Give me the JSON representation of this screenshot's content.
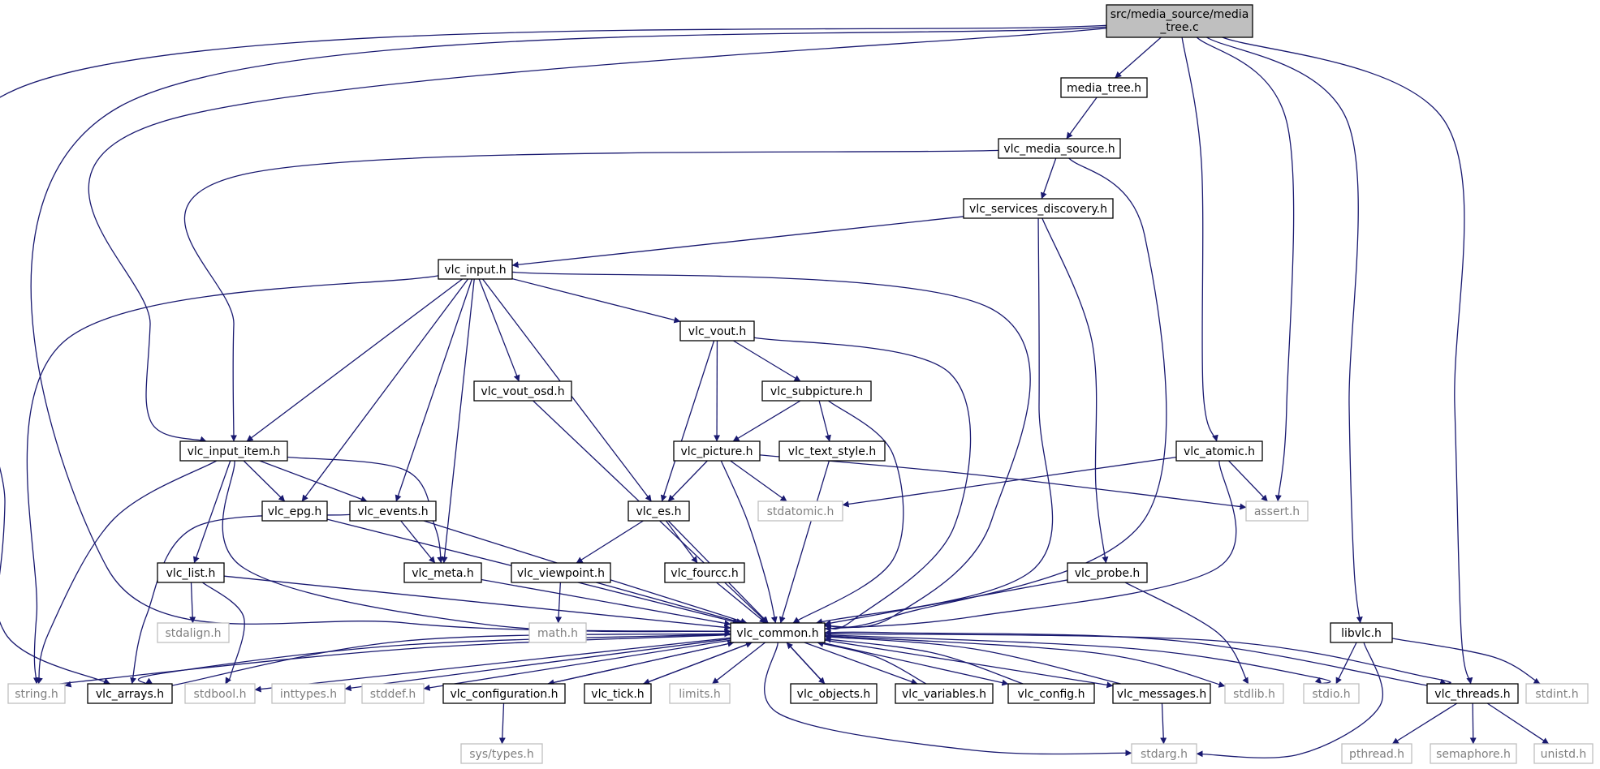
{
  "graph": {
    "root": "src/media_source/media_tree.c",
    "root_lines": [
      "src/media_source/media",
      "_tree.c"
    ],
    "colors": {
      "edge": "#191970",
      "root_fill": "#bfbfbf",
      "node_border": "#000000",
      "system_border": "#bfbfbf",
      "system_text": "#808080",
      "node_text": "#000000",
      "background": "#ffffff"
    },
    "nodes": [
      {
        "id": "media_tree.c",
        "label": "src/media_source/media_tree.c",
        "root": true
      },
      {
        "id": "media_tree.h",
        "label": "media_tree.h"
      },
      {
        "id": "vlc_media_source.h",
        "label": "vlc_media_source.h"
      },
      {
        "id": "vlc_services_discovery.h",
        "label": "vlc_services_discovery.h"
      },
      {
        "id": "vlc_input.h",
        "label": "vlc_input.h"
      },
      {
        "id": "vlc_vout.h",
        "label": "vlc_vout.h"
      },
      {
        "id": "vlc_vout_osd.h",
        "label": "vlc_vout_osd.h"
      },
      {
        "id": "vlc_subpicture.h",
        "label": "vlc_subpicture.h"
      },
      {
        "id": "vlc_input_item.h",
        "label": "vlc_input_item.h"
      },
      {
        "id": "vlc_picture.h",
        "label": "vlc_picture.h"
      },
      {
        "id": "vlc_text_style.h",
        "label": "vlc_text_style.h"
      },
      {
        "id": "vlc_atomic.h",
        "label": "vlc_atomic.h"
      },
      {
        "id": "vlc_epg.h",
        "label": "vlc_epg.h"
      },
      {
        "id": "vlc_events.h",
        "label": "vlc_events.h"
      },
      {
        "id": "stdatomic.h",
        "label": "stdatomic.h",
        "system": true
      },
      {
        "id": "vlc_es.h",
        "label": "vlc_es.h"
      },
      {
        "id": "assert.h",
        "label": "assert.h",
        "system": true
      },
      {
        "id": "vlc_list.h",
        "label": "vlc_list.h"
      },
      {
        "id": "vlc_meta.h",
        "label": "vlc_meta.h"
      },
      {
        "id": "vlc_viewpoint.h",
        "label": "vlc_viewpoint.h"
      },
      {
        "id": "vlc_fourcc.h",
        "label": "vlc_fourcc.h"
      },
      {
        "id": "vlc_probe.h",
        "label": "vlc_probe.h"
      },
      {
        "id": "stdalign.h",
        "label": "stdalign.h",
        "system": true
      },
      {
        "id": "math.h",
        "label": "math.h",
        "system": true
      },
      {
        "id": "vlc_common.h",
        "label": "vlc_common.h"
      },
      {
        "id": "libvlc.h",
        "label": "libvlc.h"
      },
      {
        "id": "string.h",
        "label": "string.h",
        "system": true
      },
      {
        "id": "vlc_arrays.h",
        "label": "vlc_arrays.h"
      },
      {
        "id": "stdbool.h",
        "label": "stdbool.h",
        "system": true
      },
      {
        "id": "inttypes.h",
        "label": "inttypes.h",
        "system": true
      },
      {
        "id": "stddef.h",
        "label": "stddef.h",
        "system": true
      },
      {
        "id": "vlc_configuration.h",
        "label": "vlc_configuration.h"
      },
      {
        "id": "vlc_tick.h",
        "label": "vlc_tick.h"
      },
      {
        "id": "limits.h",
        "label": "limits.h",
        "system": true
      },
      {
        "id": "vlc_objects.h",
        "label": "vlc_objects.h"
      },
      {
        "id": "vlc_variables.h",
        "label": "vlc_variables.h"
      },
      {
        "id": "vlc_config.h",
        "label": "vlc_config.h"
      },
      {
        "id": "vlc_messages.h",
        "label": "vlc_messages.h"
      },
      {
        "id": "stdlib.h",
        "label": "stdlib.h",
        "system": true
      },
      {
        "id": "stdio.h",
        "label": "stdio.h",
        "system": true
      },
      {
        "id": "vlc_threads.h",
        "label": "vlc_threads.h"
      },
      {
        "id": "stdint.h",
        "label": "stdint.h",
        "system": true
      },
      {
        "id": "sys/types.h",
        "label": "sys/types.h",
        "system": true
      },
      {
        "id": "stdarg.h",
        "label": "stdarg.h",
        "system": true
      },
      {
        "id": "pthread.h",
        "label": "pthread.h",
        "system": true
      },
      {
        "id": "semaphore.h",
        "label": "semaphore.h",
        "system": true
      },
      {
        "id": "unistd.h",
        "label": "unistd.h",
        "system": true
      }
    ],
    "edges": [
      {
        "from": "media_tree.c",
        "to": "media_tree.h"
      },
      {
        "from": "media_tree.c",
        "to": "vlc_input_item.h"
      },
      {
        "from": "media_tree.c",
        "to": "vlc_atomic.h"
      },
      {
        "from": "media_tree.c",
        "to": "assert.h"
      },
      {
        "from": "media_tree.c",
        "to": "vlc_common.h"
      },
      {
        "from": "media_tree.c",
        "to": "libvlc.h"
      },
      {
        "from": "media_tree.c",
        "to": "vlc_arrays.h"
      },
      {
        "from": "media_tree.c",
        "to": "vlc_threads.h"
      },
      {
        "from": "media_tree.h",
        "to": "vlc_media_source.h"
      },
      {
        "from": "vlc_media_source.h",
        "to": "vlc_services_discovery.h"
      },
      {
        "from": "vlc_media_source.h",
        "to": "vlc_input_item.h"
      },
      {
        "from": "vlc_media_source.h",
        "to": "vlc_common.h"
      },
      {
        "from": "vlc_services_discovery.h",
        "to": "vlc_input.h"
      },
      {
        "from": "vlc_services_discovery.h",
        "to": "vlc_common.h"
      },
      {
        "from": "vlc_services_discovery.h",
        "to": "vlc_probe.h"
      },
      {
        "from": "vlc_input.h",
        "to": "vlc_vout.h"
      },
      {
        "from": "vlc_input.h",
        "to": "vlc_vout_osd.h"
      },
      {
        "from": "vlc_input.h",
        "to": "vlc_input_item.h"
      },
      {
        "from": "vlc_input.h",
        "to": "vlc_epg.h"
      },
      {
        "from": "vlc_input.h",
        "to": "vlc_events.h"
      },
      {
        "from": "vlc_input.h",
        "to": "vlc_meta.h"
      },
      {
        "from": "vlc_input.h",
        "to": "vlc_es.h"
      },
      {
        "from": "vlc_input.h",
        "to": "string.h"
      },
      {
        "from": "vlc_input.h",
        "to": "vlc_common.h"
      },
      {
        "from": "vlc_vout.h",
        "to": "vlc_subpicture.h"
      },
      {
        "from": "vlc_vout.h",
        "to": "vlc_picture.h"
      },
      {
        "from": "vlc_vout.h",
        "to": "vlc_es.h"
      },
      {
        "from": "vlc_vout.h",
        "to": "vlc_common.h"
      },
      {
        "from": "vlc_vout_osd.h",
        "to": "vlc_common.h"
      },
      {
        "from": "vlc_subpicture.h",
        "to": "vlc_picture.h"
      },
      {
        "from": "vlc_subpicture.h",
        "to": "vlc_text_style.h"
      },
      {
        "from": "vlc_subpicture.h",
        "to": "vlc_common.h"
      },
      {
        "from": "vlc_text_style.h",
        "to": "vlc_common.h"
      },
      {
        "from": "vlc_input_item.h",
        "to": "vlc_epg.h"
      },
      {
        "from": "vlc_input_item.h",
        "to": "vlc_events.h"
      },
      {
        "from": "vlc_input_item.h",
        "to": "vlc_meta.h"
      },
      {
        "from": "vlc_input_item.h",
        "to": "vlc_list.h"
      },
      {
        "from": "vlc_input_item.h",
        "to": "string.h"
      },
      {
        "from": "vlc_input_item.h",
        "to": "vlc_common.h"
      },
      {
        "from": "vlc_picture.h",
        "to": "vlc_es.h"
      },
      {
        "from": "vlc_picture.h",
        "to": "stdatomic.h"
      },
      {
        "from": "vlc_picture.h",
        "to": "assert.h"
      },
      {
        "from": "vlc_picture.h",
        "to": "vlc_common.h"
      },
      {
        "from": "vlc_atomic.h",
        "to": "stdatomic.h"
      },
      {
        "from": "vlc_atomic.h",
        "to": "assert.h"
      },
      {
        "from": "vlc_atomic.h",
        "to": "vlc_common.h"
      },
      {
        "from": "vlc_epg.h",
        "to": "vlc_common.h"
      },
      {
        "from": "vlc_events.h",
        "to": "vlc_meta.h"
      },
      {
        "from": "vlc_events.h",
        "to": "vlc_arrays.h"
      },
      {
        "from": "vlc_events.h",
        "to": "vlc_common.h"
      },
      {
        "from": "vlc_es.h",
        "to": "vlc_viewpoint.h"
      },
      {
        "from": "vlc_es.h",
        "to": "vlc_fourcc.h"
      },
      {
        "from": "vlc_es.h",
        "to": "vlc_common.h"
      },
      {
        "from": "vlc_list.h",
        "to": "stdalign.h"
      },
      {
        "from": "vlc_list.h",
        "to": "stdbool.h"
      },
      {
        "from": "vlc_list.h",
        "to": "vlc_common.h"
      },
      {
        "from": "vlc_meta.h",
        "to": "vlc_common.h"
      },
      {
        "from": "vlc_viewpoint.h",
        "to": "math.h"
      },
      {
        "from": "vlc_viewpoint.h",
        "to": "vlc_common.h"
      },
      {
        "from": "vlc_fourcc.h",
        "to": "vlc_common.h"
      },
      {
        "from": "vlc_probe.h",
        "to": "vlc_common.h"
      },
      {
        "from": "vlc_probe.h",
        "to": "stdlib.h"
      },
      {
        "from": "vlc_common.h",
        "to": "string.h"
      },
      {
        "from": "vlc_common.h",
        "to": "vlc_arrays.h"
      },
      {
        "from": "vlc_common.h",
        "to": "stdbool.h"
      },
      {
        "from": "vlc_common.h",
        "to": "inttypes.h"
      },
      {
        "from": "vlc_common.h",
        "to": "stddef.h"
      },
      {
        "from": "vlc_common.h",
        "to": "vlc_configuration.h"
      },
      {
        "from": "vlc_common.h",
        "to": "vlc_tick.h"
      },
      {
        "from": "vlc_common.h",
        "to": "limits.h"
      },
      {
        "from": "vlc_common.h",
        "to": "vlc_objects.h"
      },
      {
        "from": "vlc_common.h",
        "to": "vlc_variables.h"
      },
      {
        "from": "vlc_common.h",
        "to": "vlc_config.h"
      },
      {
        "from": "vlc_common.h",
        "to": "vlc_messages.h"
      },
      {
        "from": "vlc_common.h",
        "to": "stdlib.h"
      },
      {
        "from": "vlc_common.h",
        "to": "stdio.h"
      },
      {
        "from": "vlc_common.h",
        "to": "vlc_threads.h"
      },
      {
        "from": "vlc_common.h",
        "to": "stdarg.h"
      },
      {
        "from": "vlc_arrays.h",
        "to": "vlc_common.h"
      },
      {
        "from": "vlc_configuration.h",
        "to": "vlc_common.h"
      },
      {
        "from": "vlc_configuration.h",
        "to": "sys/types.h"
      },
      {
        "from": "vlc_tick.h",
        "to": "vlc_common.h"
      },
      {
        "from": "vlc_objects.h",
        "to": "vlc_common.h"
      },
      {
        "from": "vlc_variables.h",
        "to": "vlc_common.h"
      },
      {
        "from": "vlc_config.h",
        "to": "vlc_common.h"
      },
      {
        "from": "vlc_messages.h",
        "to": "vlc_common.h"
      },
      {
        "from": "vlc_messages.h",
        "to": "stdarg.h"
      },
      {
        "from": "vlc_threads.h",
        "to": "vlc_common.h"
      },
      {
        "from": "vlc_threads.h",
        "to": "pthread.h"
      },
      {
        "from": "vlc_threads.h",
        "to": "semaphore.h"
      },
      {
        "from": "vlc_threads.h",
        "to": "unistd.h"
      },
      {
        "from": "libvlc.h",
        "to": "stdio.h"
      },
      {
        "from": "libvlc.h",
        "to": "stdint.h"
      },
      {
        "from": "libvlc.h",
        "to": "stdarg.h"
      }
    ]
  }
}
